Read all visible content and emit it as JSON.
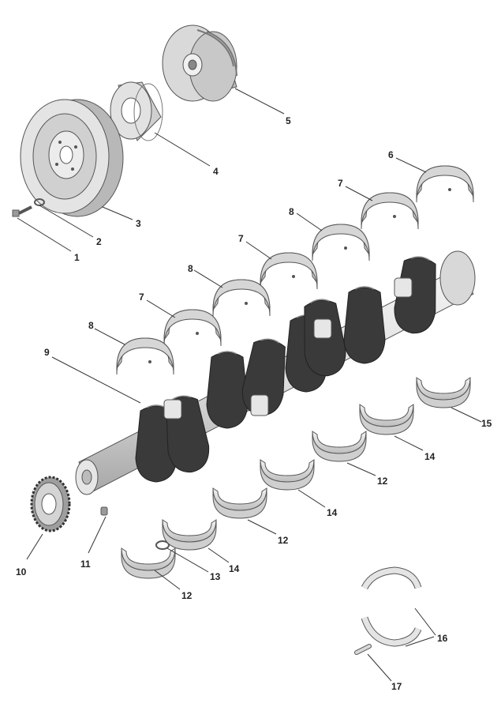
{
  "colors": {
    "background": "#ffffff",
    "part_light": "#e8e8e8",
    "part_mid": "#c4c4c4",
    "part_dark": "#8c8c8c",
    "web_dark": "#3a3a3a",
    "outline": "#555555",
    "text": "#222222"
  },
  "callouts": [
    {
      "id": "c1",
      "label": "1"
    },
    {
      "id": "c2",
      "label": "2"
    },
    {
      "id": "c3",
      "label": "3"
    },
    {
      "id": "c4",
      "label": "4"
    },
    {
      "id": "c5",
      "label": "5"
    },
    {
      "id": "c6",
      "label": "6"
    },
    {
      "id": "c7a",
      "label": "7"
    },
    {
      "id": "c7b",
      "label": "7"
    },
    {
      "id": "c7c",
      "label": "7"
    },
    {
      "id": "c8a",
      "label": "8"
    },
    {
      "id": "c8b",
      "label": "8"
    },
    {
      "id": "c8c",
      "label": "8"
    },
    {
      "id": "c9",
      "label": "9"
    },
    {
      "id": "c10",
      "label": "10"
    },
    {
      "id": "c11",
      "label": "11"
    },
    {
      "id": "c12a",
      "label": "12"
    },
    {
      "id": "c12b",
      "label": "12"
    },
    {
      "id": "c12c",
      "label": "12"
    },
    {
      "id": "c13",
      "label": "13"
    },
    {
      "id": "c14a",
      "label": "14"
    },
    {
      "id": "c14b",
      "label": "14"
    },
    {
      "id": "c14c",
      "label": "14"
    },
    {
      "id": "c15",
      "label": "15"
    },
    {
      "id": "c16",
      "label": "16"
    },
    {
      "id": "c17",
      "label": "17"
    }
  ]
}
